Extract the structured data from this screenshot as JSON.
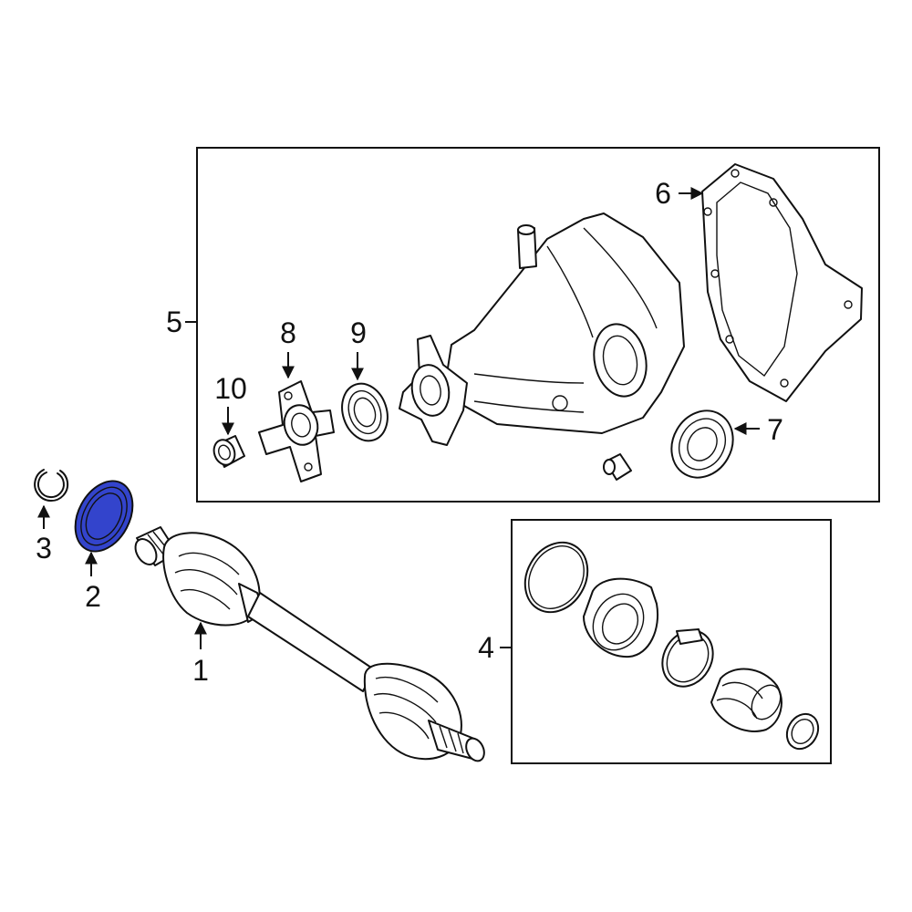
{
  "diagram": {
    "highlight_color": "#3344cc",
    "highlighted_part": "2",
    "callouts": [
      {
        "id": "c1",
        "label": "1"
      },
      {
        "id": "c2",
        "label": "2"
      },
      {
        "id": "c3",
        "label": "3"
      },
      {
        "id": "c4",
        "label": "4"
      },
      {
        "id": "c5",
        "label": "5"
      },
      {
        "id": "c6",
        "label": "6"
      },
      {
        "id": "c7",
        "label": "7"
      },
      {
        "id": "c8",
        "label": "8"
      },
      {
        "id": "c9",
        "label": "9"
      },
      {
        "id": "c10",
        "label": "10"
      }
    ]
  }
}
